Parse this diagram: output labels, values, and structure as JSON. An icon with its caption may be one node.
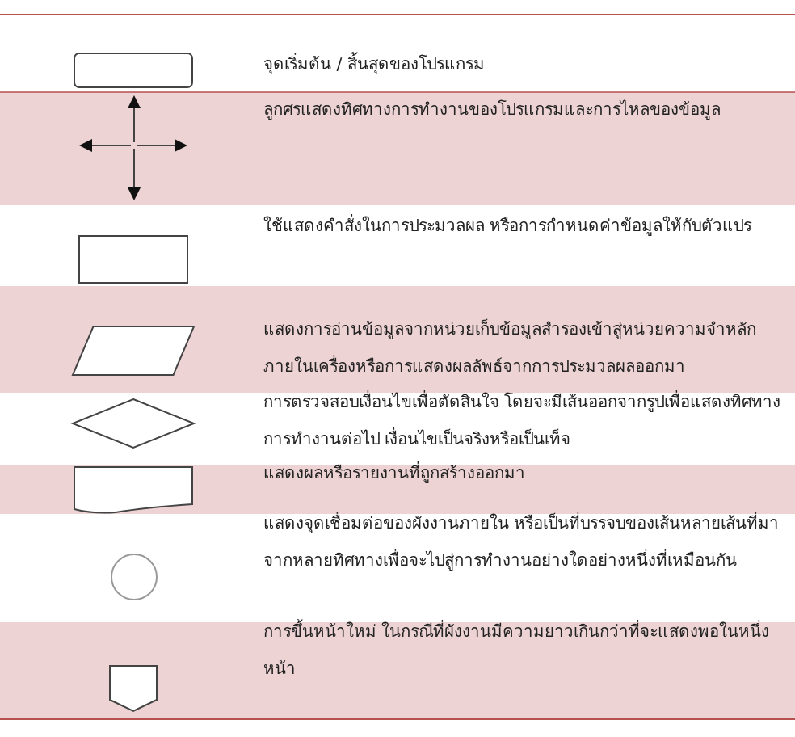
{
  "diagram": {
    "nodes": [
      {
        "text": [],
        "shape": "box"
      },
      {
        "text": [],
        "shape": "box"
      },
      {
        "text": [],
        "shape": "parallelogram"
      },
      {
        "text": [],
        "shape": "diamond"
      },
      {
        "text": [],
        "shape": "document"
      },
      {
        "text": [],
        "shape": "circle"
      },
      {
        "text": [],
        "shape": "pentagon"
      }
    ],
    "labels": [
      "จุดเริ่มต้น / สิ้นสุดของโปรแกรม",
      "ลูกศรแสดงทิศทางการทำงานของโปรแกรมและการไหลของข้อมูล",
      "ใช้แสดงคำสั่งในการประมวลผล หรือการกำหนดค่าข้อมูลให้กับตัวแปร",
      "แสดงการอ่านข้อมูลจากหน่วยเก็บข้อมูลสำรองเข้าสู่หน่วยความจำหลักภายในเครื่องหรือการแสดงผลลัพธ์จากการประมวลผลออกมา",
      "การตรวจสอบเงื่อนไขเพื่อตัดสินใจ โดยจะมีเส้นออกจากรูปเพื่อแสดงทิศทางการทำงานต่อไป เงื่อนไขเป็นจริงหรือเป็นเท็จ",
      "แสดงผลหรือรายงานที่ถูกสร้างออกมา",
      "แสดงจุดเชื่อมต่อของผังงานภายใน หรือเป็นที่บรรจบของเส้นหลายเส้นที่มาจากหลายทิศทางเพื่อจะไปสู่การทำงานอย่างใดอย่างหนึ่งที่เหมือนกัน",
      "การขึ้นหน้าใหม่ ในกรณีที่ผังงานมีความยาวเกินกว่าที่จะแสดงพอในหนึ่งหน้า"
    ]
  }
}
